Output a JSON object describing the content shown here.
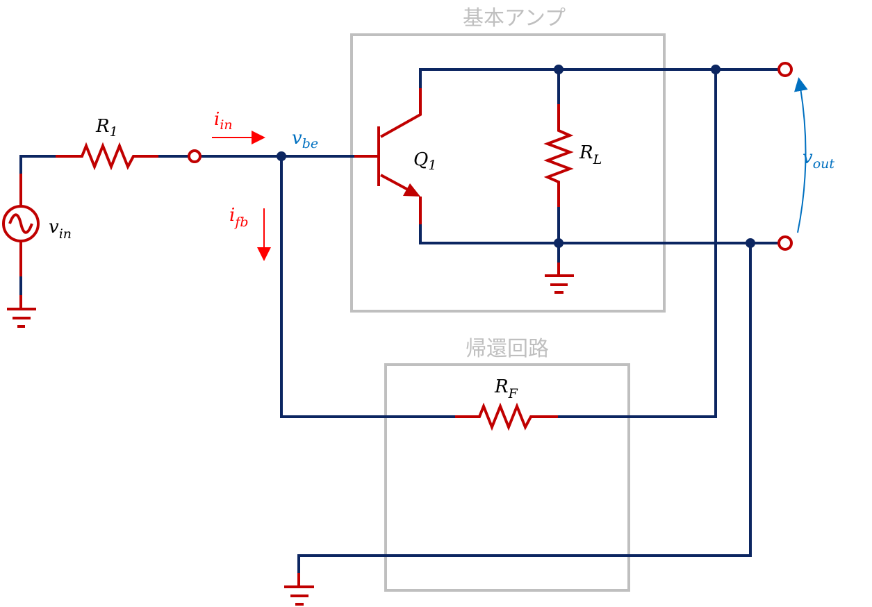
{
  "blocks": {
    "amplifier": "基本アンプ",
    "feedback": "帰還回路"
  },
  "labels": {
    "r1": {
      "main": "R",
      "sub": "1"
    },
    "rl": {
      "main": "R",
      "sub": "L"
    },
    "rf": {
      "main": "R",
      "sub": "F"
    },
    "q1": {
      "main": "Q",
      "sub": "1"
    },
    "vin": {
      "main": "v",
      "sub": "in"
    },
    "iin": {
      "main": "i",
      "sub": "in"
    },
    "ifb": {
      "main": "i",
      "sub": "fb"
    },
    "vbe": {
      "main": "v",
      "sub": "be"
    },
    "vout": {
      "main": "v",
      "sub": "out"
    }
  },
  "colors": {
    "wire": "#0c2661",
    "component": "#c00000",
    "current": "#ff0000",
    "voltage": "#0070c0",
    "block": "#bfbfbf"
  }
}
